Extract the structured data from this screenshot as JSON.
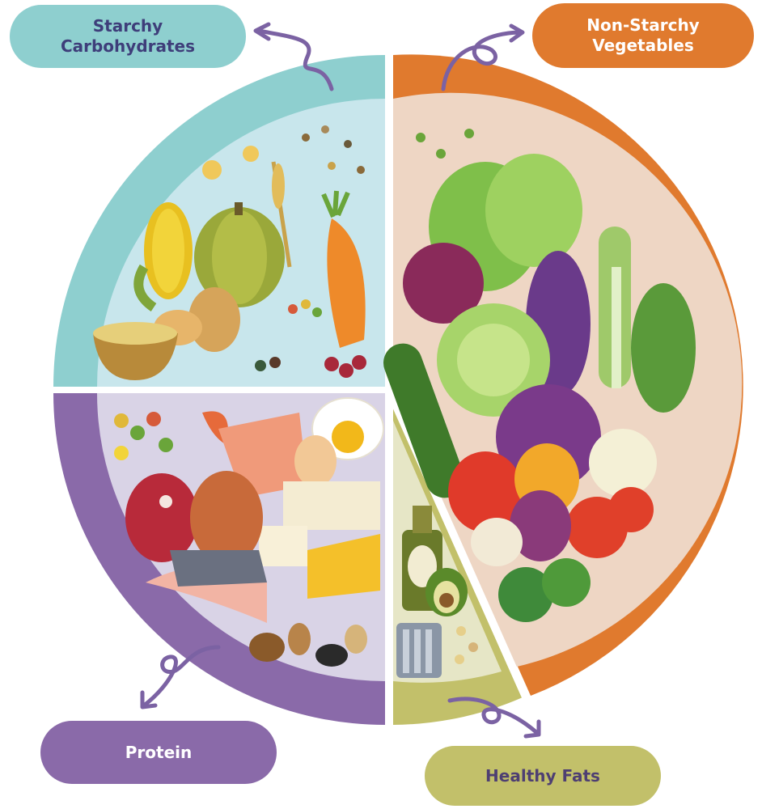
{
  "colors": {
    "carbs": "#8ecfcf",
    "carbs_inner": "#c8e6ec",
    "vegetables": "#e07a2e",
    "vegetables_inner": "#eed6c4",
    "protein": "#8a6aa9",
    "protein_inner": "#d9d3e6",
    "fats": "#c2c06a",
    "fats_inner": "#e6e6c6",
    "arrow": "#7b62a3",
    "carbs_text": "#3e3e7a",
    "veg_text": "#ffffff",
    "protein_text": "#ffffff",
    "fats_text": "#4e3f72"
  },
  "labels": {
    "carbs": "Starchy\nCarbohydrates",
    "vegetables": "Non-Starchy\nVegetables",
    "protein": "Protein",
    "fats": "Healthy Fats"
  },
  "icons": {
    "carbs": [
      "corn-icon",
      "squash-icon",
      "carrot-icon",
      "potato-icon",
      "grain-bowl-icon",
      "wheat-icon",
      "pasta-icon",
      "beans-icon",
      "lentils-icon"
    ],
    "vegetables": [
      "lettuce-icon",
      "beet-icon",
      "eggplant-icon",
      "leek-icon",
      "cabbage-icon",
      "zucchini-icon",
      "red-cabbage-icon",
      "cauliflower-icon",
      "bell-pepper-icon",
      "tomato-icon",
      "onion-icon",
      "garlic-icon",
      "broccoli-icon",
      "arugula-icon",
      "sprouts-icon"
    ],
    "protein": [
      "salmon-icon",
      "egg-icon",
      "tofu-icon",
      "cheese-icon",
      "meat-icon",
      "fish-icon",
      "nuts-icon",
      "shrimp-icon",
      "chicken-icon",
      "legumes-icon"
    ],
    "fats": [
      "olive-oil-icon",
      "avocado-icon",
      "sardines-icon",
      "seeds-icon"
    ]
  }
}
